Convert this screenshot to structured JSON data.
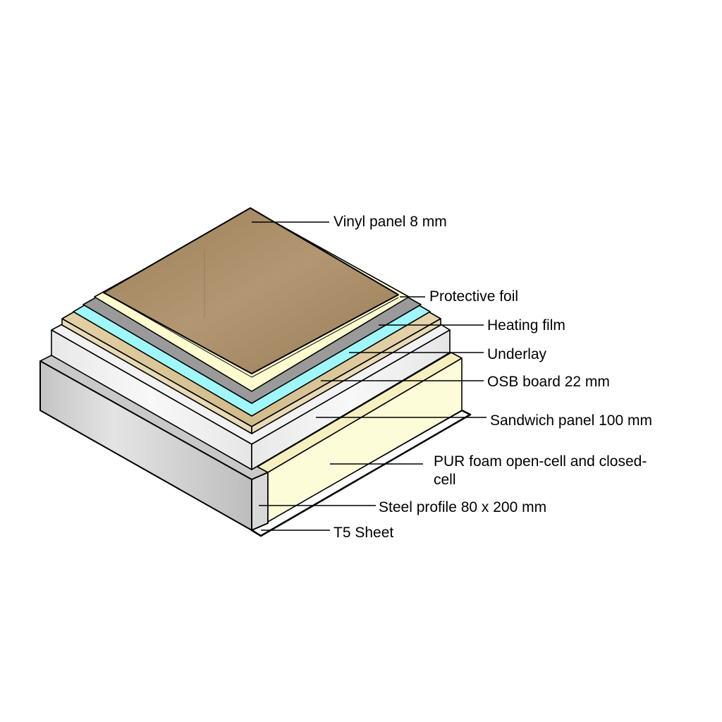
{
  "labels": {
    "vinyl": "Vinyl panel 8 mm",
    "foil": "Protective foil",
    "heating": "Heating film",
    "underlay": "Underlay",
    "osb": "OSB board 22 mm",
    "sandwich": "Sandwich panel 100 mm",
    "pur_line1": "PUR foam open-cell and closed-",
    "pur_line2": "cell",
    "steel": "Steel profile 80 x 200 mm",
    "t5": "T5 Sheet"
  },
  "colors": {
    "vinyl": "#a68a64",
    "foil": "#fffcd0",
    "heating": "#9a9a9a",
    "underlay": "#9ff7fa",
    "osb": "#dcc79a",
    "sandwich": "#efefef",
    "pur": "#fdfcd8",
    "steel": "#cfcfcf"
  }
}
